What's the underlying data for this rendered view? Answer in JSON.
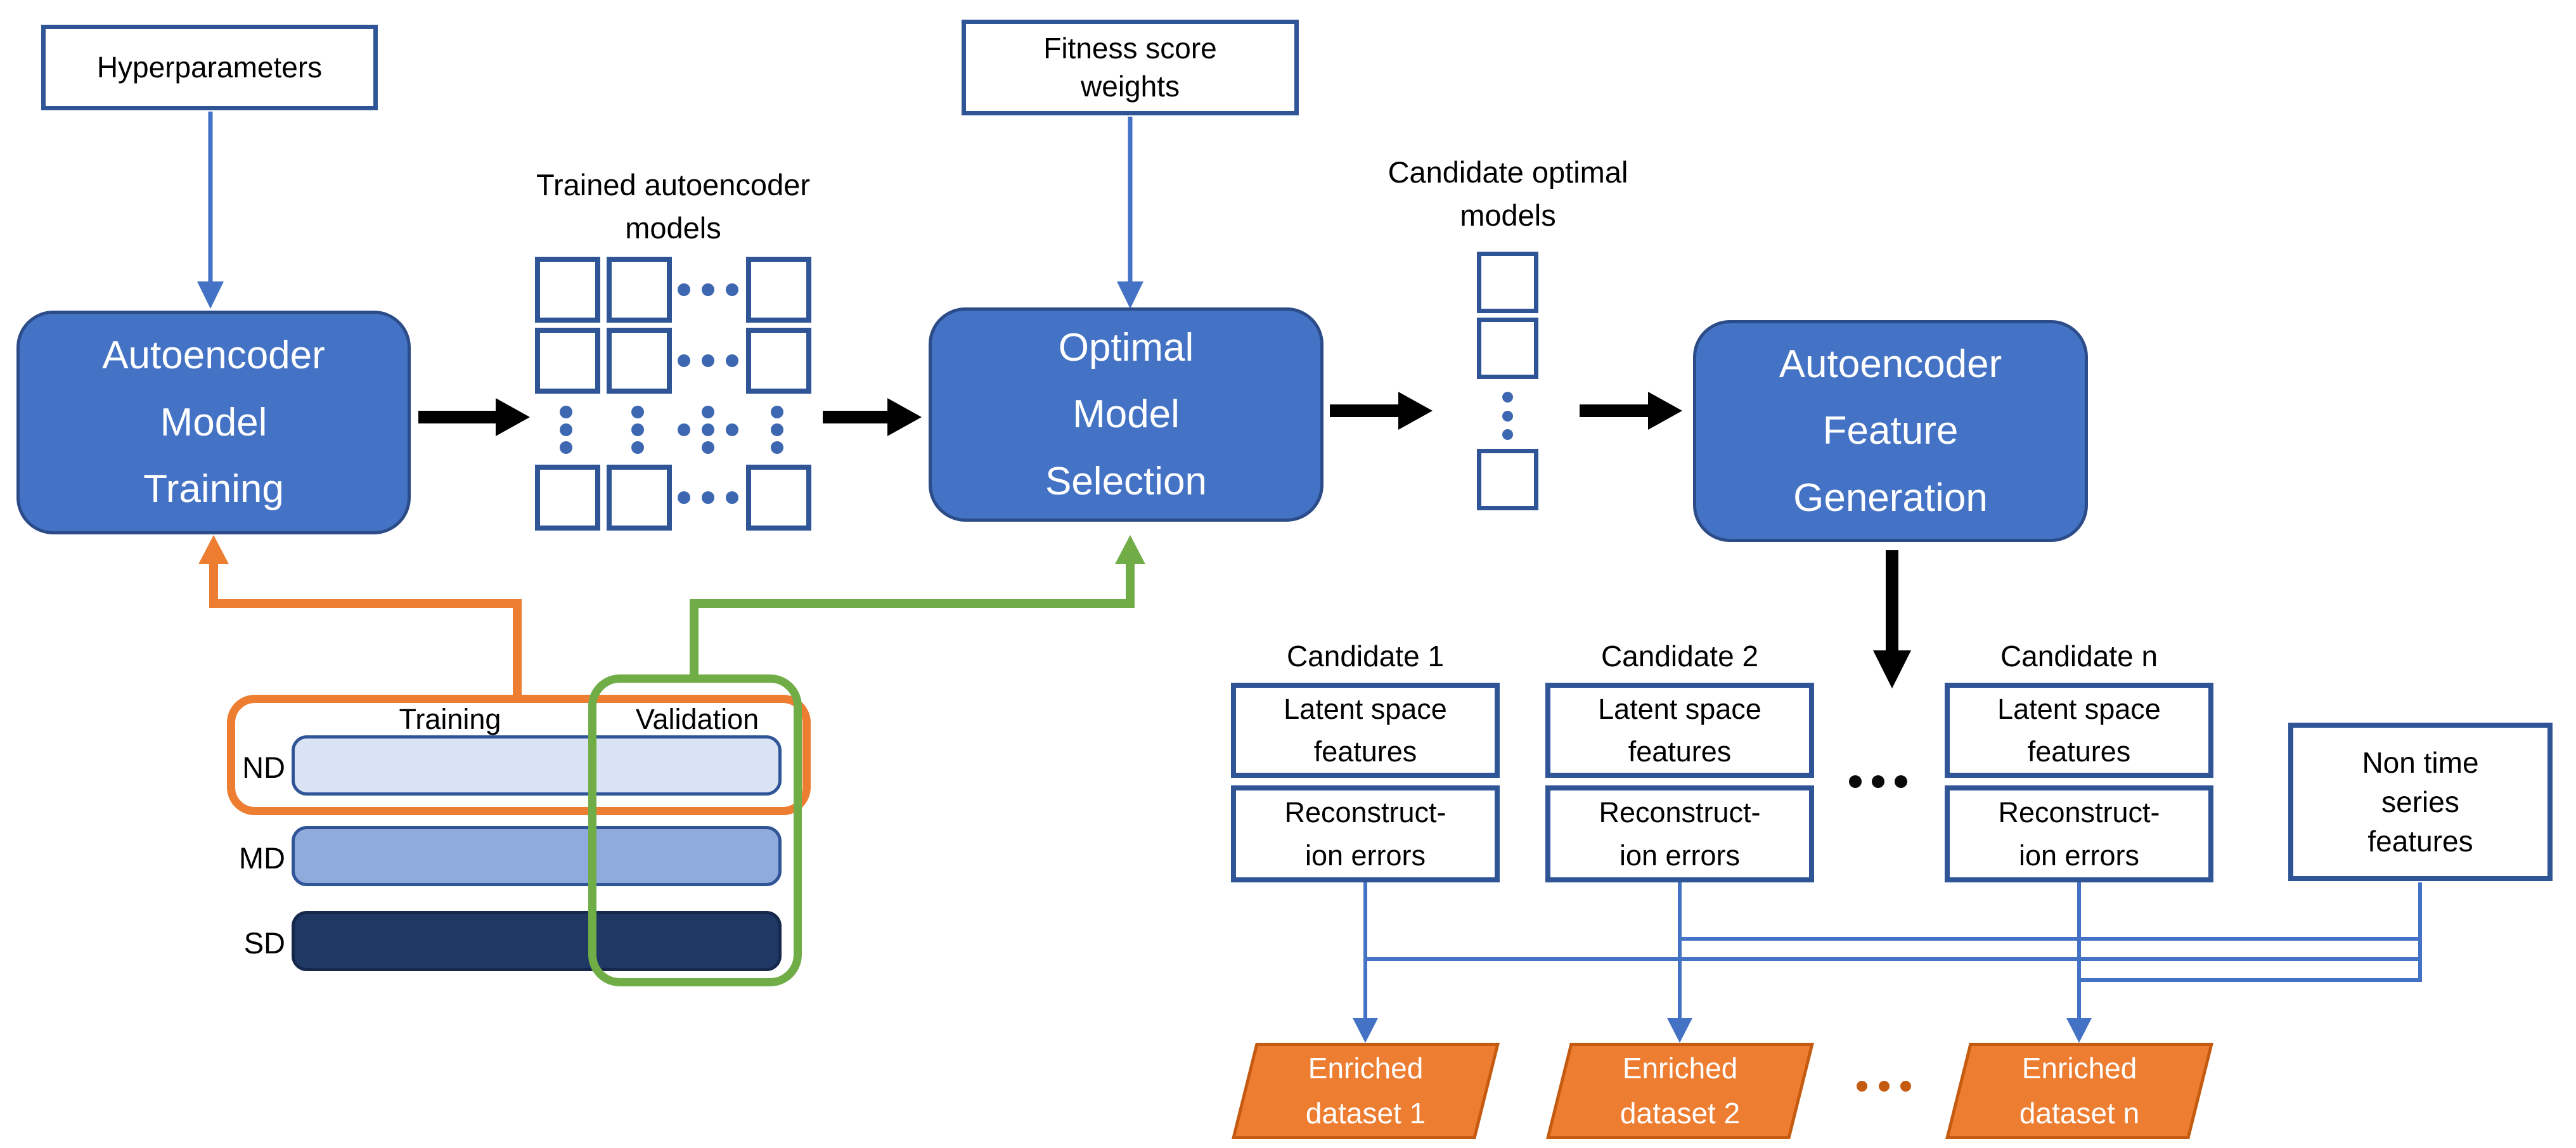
{
  "palette": {
    "node_fill_blue": "#4472C4",
    "node_border_blue": "#2B4C88",
    "outline_border_blue": "#2F5597",
    "connector_blue": "#4472C4",
    "arrow_black": "#000000",
    "accent_orange": "#ED7D31",
    "accent_orange_dark": "#C55A11",
    "accent_green": "#70AD47",
    "bar_light_blue": "#DAE3F3",
    "bar_mid_blue": "#8FAADC",
    "bar_dark_navy": "#203864"
  },
  "stages": {
    "hyperparameters": {
      "label": "Hyperparameters"
    },
    "model_training": {
      "lines": [
        "Autoencoder",
        "Model",
        "Training"
      ]
    },
    "trained_models": {
      "title": [
        "Trained autoencoder",
        "models"
      ]
    },
    "fitness_weights": {
      "lines": [
        "Fitness score",
        "weights"
      ]
    },
    "model_selection": {
      "lines": [
        "Optimal",
        "Model",
        "Selection"
      ]
    },
    "candidate_models": {
      "title": [
        "Candidate optimal",
        "models"
      ]
    },
    "feature_generation": {
      "lines": [
        "Autoencoder",
        "Feature",
        "Generation"
      ]
    },
    "non_time_series": {
      "lines": [
        "Non time",
        "series",
        "features"
      ]
    }
  },
  "dataset_panel": {
    "column_headers": [
      "Training",
      "Validation"
    ],
    "rows": [
      {
        "label": "ND"
      },
      {
        "label": "MD"
      },
      {
        "label": "SD"
      }
    ]
  },
  "candidates": [
    {
      "title": "Candidate 1",
      "feature_box": [
        "Latent space",
        "features"
      ],
      "error_box": [
        "Reconstruct-",
        "ion errors"
      ],
      "output": [
        "Enriched",
        "dataset 1"
      ]
    },
    {
      "title": "Candidate 2",
      "feature_box": [
        "Latent space",
        "features"
      ],
      "error_box": [
        "Reconstruct-",
        "ion errors"
      ],
      "output": [
        "Enriched",
        "dataset 2"
      ]
    },
    {
      "title": "Candidate n",
      "feature_box": [
        "Latent space",
        "features"
      ],
      "error_box": [
        "Reconstruct-",
        "ion errors"
      ],
      "output": [
        "Enriched",
        "dataset n"
      ]
    }
  ],
  "icons": {
    "ellipsis_horizontal": "horizontal three-dot ellipsis",
    "ellipsis_vertical": "vertical three-dot ellipsis",
    "ellipsis_cross": "crossed three-dot ellipses"
  }
}
